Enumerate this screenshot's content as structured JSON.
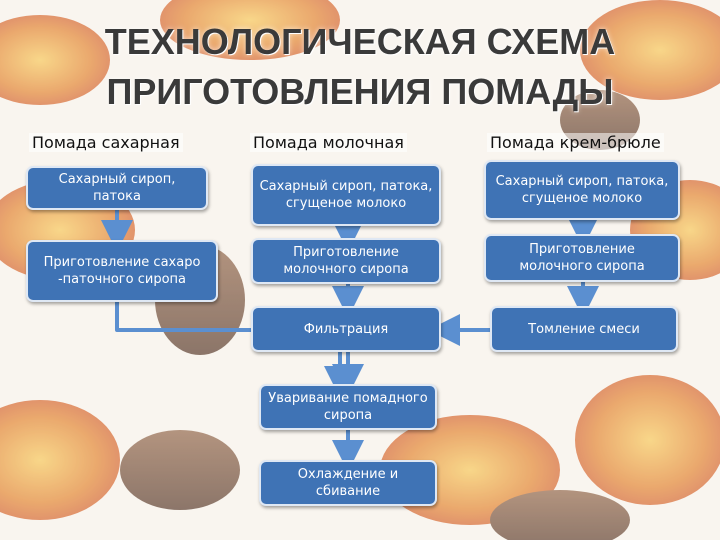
{
  "title": {
    "line1": "ТЕХНОЛОГИЧЕСКАЯ СХЕМА",
    "line2": "ПРИГОТОВЛЕНИЯ ПОМАДЫ"
  },
  "columns": {
    "sugar": "Помада сахарная",
    "milk": "Помада молочная",
    "creme": "Помада крем-брюле"
  },
  "nodes": {
    "sugar_syrup": "Сахарный сироп, патока",
    "sugar_prep": "Приготовление сахаро -паточного сиропа",
    "milk_syrup": "Сахарный сироп, патока, сгущеное молоко",
    "milk_prep": "Приготовление молочного сиропа",
    "filtration": "Фильтрация",
    "boiling": "Уваривание помадного сиропа",
    "cooling": "Охлаждение и сбивание",
    "creme_syrup": "Сахарный сироп, патока, сгущеное молоко",
    "creme_prep": "Приготовление молочного сиропа",
    "creme_stew": "Томление смеси"
  },
  "colors": {
    "box_fill": "#3f73b5",
    "box_border": "#dfe8f4",
    "arrow": "#5b8fd0"
  }
}
